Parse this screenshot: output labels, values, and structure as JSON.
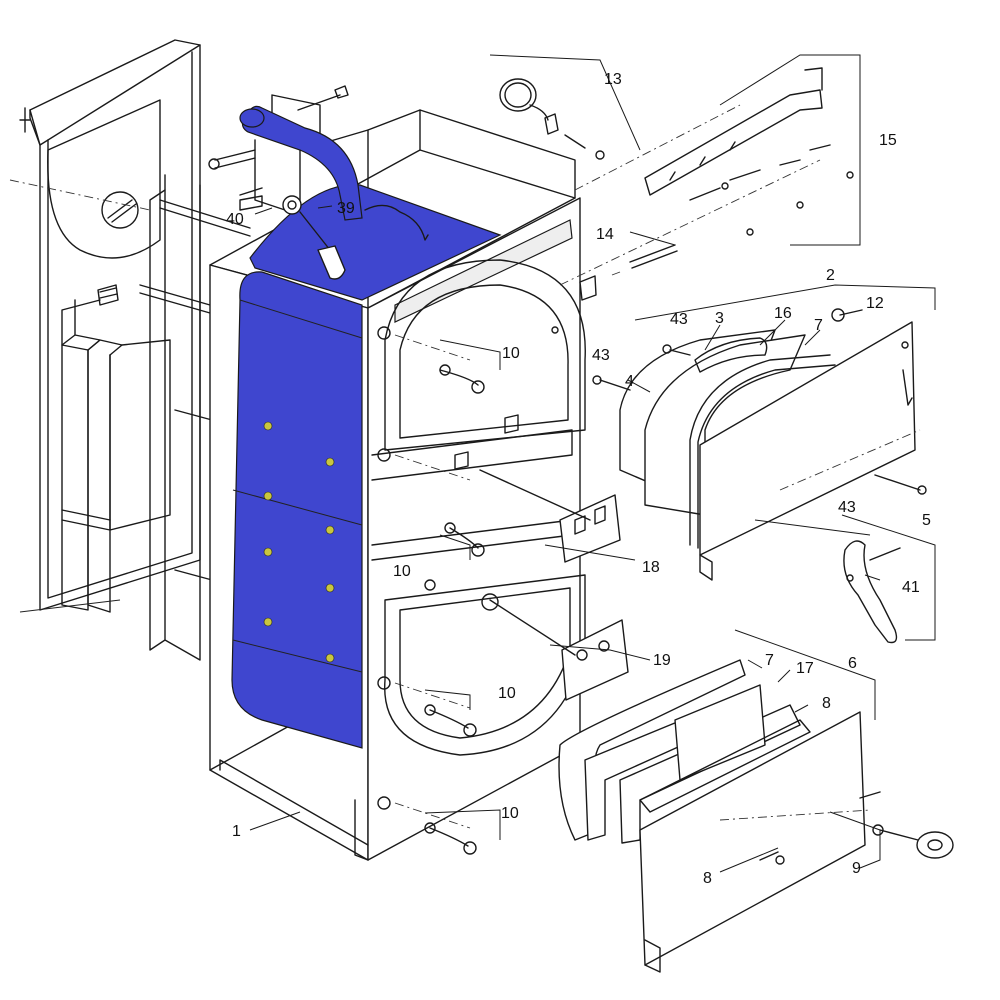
{
  "colors": {
    "highlight": "#3f46cf",
    "line": "#1a1a1a",
    "paper": "#ffffff"
  },
  "callouts": [
    "1",
    "2",
    "3",
    "4",
    "5",
    "6",
    "7",
    "7",
    "8",
    "8",
    "9",
    "10",
    "10",
    "10",
    "10",
    "12",
    "13",
    "14",
    "15",
    "16",
    "17",
    "18",
    "19",
    "39",
    "40",
    "41",
    "43",
    "43",
    "43"
  ]
}
